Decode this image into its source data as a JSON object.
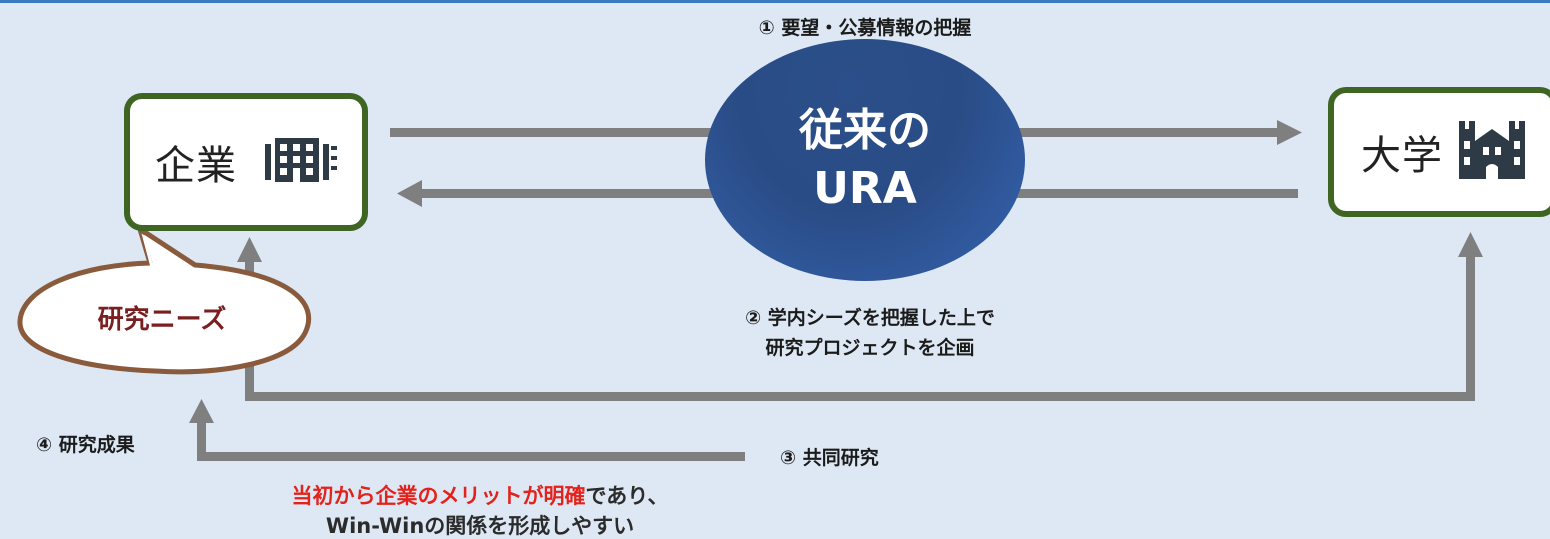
{
  "nodes": {
    "company": {
      "label": "企業"
    },
    "university": {
      "label": "大学"
    },
    "ura": {
      "line1": "従来の",
      "line2": "URA"
    }
  },
  "bubble": {
    "text": "研究ニーズ"
  },
  "steps": {
    "step1": "① 要望・公募情報の把握",
    "step2_line1": "② 学内シーズを把握した上で",
    "step2_line2": "研究プロジェクトを企画",
    "step3": "③ 共同研究",
    "step4": "④ 研究成果"
  },
  "conclusion": {
    "highlight": "当初から企業のメリットが明確",
    "rest": "であり、",
    "line2": "Win-Winの関係を形成しやすい"
  },
  "icons": {
    "company": "building-icon",
    "university": "university-building-icon"
  },
  "colors": {
    "background": "#dde8f4",
    "node_border": "#3f6523",
    "ura_fill": "#2a4c86",
    "arrow": "#7f7f7f",
    "bubble_text": "#7a1f1f",
    "highlight": "#e3221b"
  }
}
